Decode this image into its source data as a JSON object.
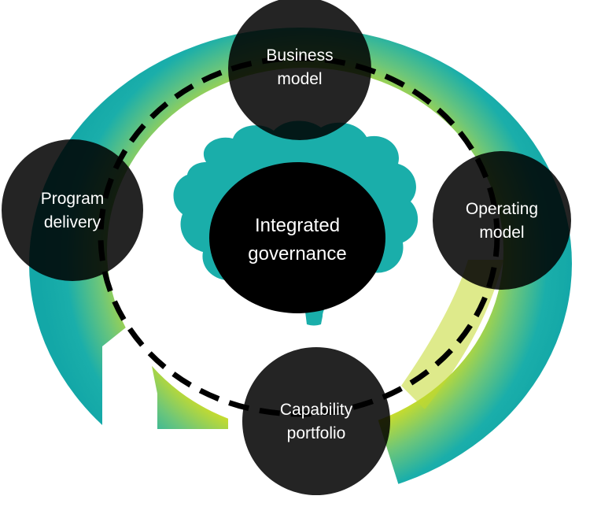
{
  "center": {
    "line1": "Integrated",
    "line2": "governance"
  },
  "nodes": {
    "business_model": {
      "line1": "Business",
      "line2": "model"
    },
    "operating_model": {
      "line1": "Operating",
      "line2": "model"
    },
    "capability_portfolio": {
      "line1": "Capability",
      "line2": "portfolio"
    },
    "program_delivery": {
      "line1": "Program",
      "line2": "delivery"
    }
  },
  "colors": {
    "teal": "#1aaeaa",
    "lime": "#c3d92b",
    "brain": "#1aaeaa",
    "node_fill": "#000000",
    "center_fill": "#000000",
    "dash": "#000000",
    "text": "#ffffff"
  },
  "icons": {
    "brain": "brain-icon"
  }
}
